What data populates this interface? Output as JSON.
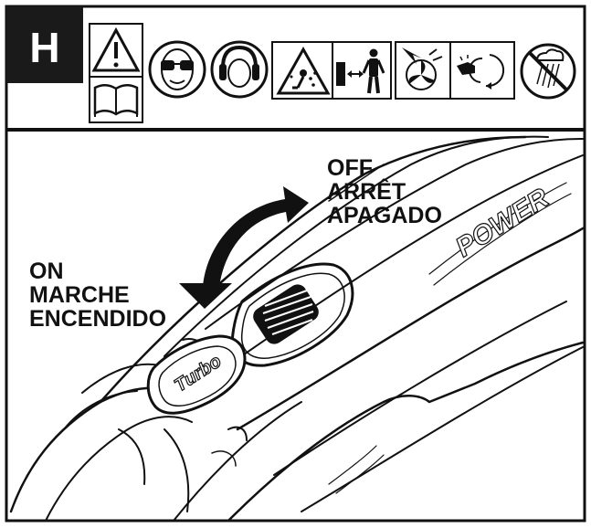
{
  "header": {
    "section_letter": "H",
    "icons": [
      {
        "name": "warning-triangle-icon"
      },
      {
        "name": "read-manual-icon"
      },
      {
        "name": "eye-protection-icon"
      },
      {
        "name": "ear-protection-icon"
      },
      {
        "name": "flying-debris-icon"
      },
      {
        "name": "keep-bystanders-away-icon"
      },
      {
        "name": "rotating-fan-hazard-icon"
      },
      {
        "name": "hand-injury-icon"
      },
      {
        "name": "no-rain-icon"
      }
    ]
  },
  "labels": {
    "on_lines": [
      "ON",
      "MARCHE",
      "ENCENDIDO"
    ],
    "off_lines": [
      "OFF",
      "ARRÊT",
      "APAGADO"
    ],
    "turbo": "Turbo",
    "power": "POWER"
  },
  "colors": {
    "ink": "#111111",
    "paper": "#ffffff",
    "badge": "#1a1a1a"
  }
}
